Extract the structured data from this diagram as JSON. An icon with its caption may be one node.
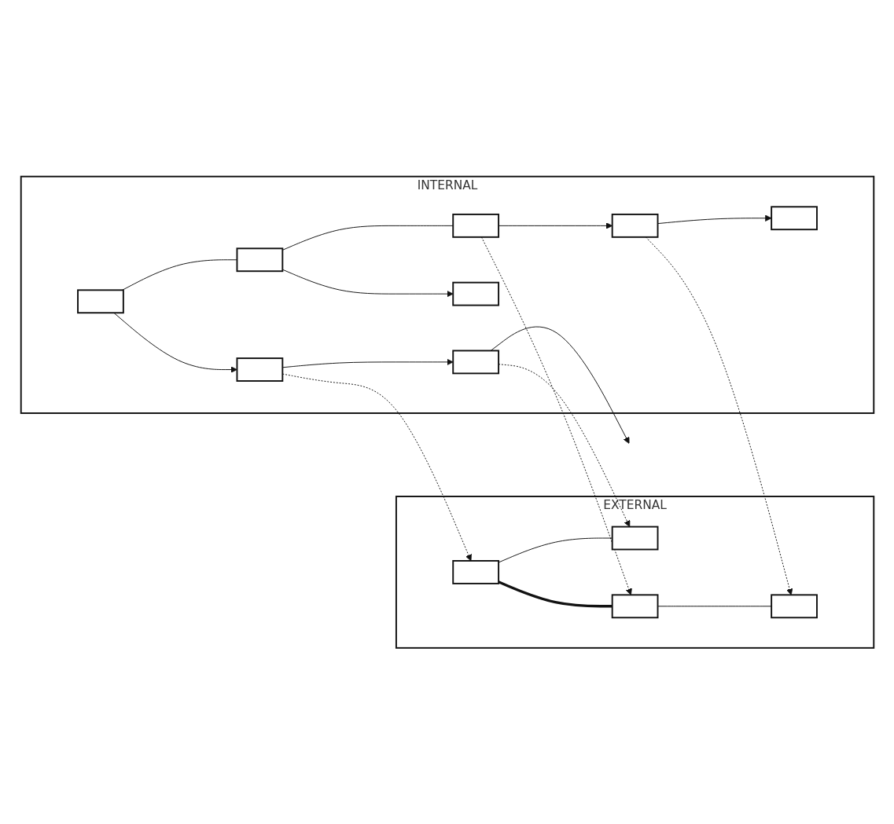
{
  "diagram": {
    "nodes": [
      {
        "text": [
          "INTERNAL"
        ]
      },
      {
        "text": [],
        "shape": "box",
        "in": 0
      },
      {
        "text": [],
        "shape": "box",
        "in": 0
      },
      {
        "text": [],
        "shape": "box",
        "in": 0
      },
      {
        "text": [],
        "shape": "box",
        "in": 0
      },
      {
        "text": [],
        "shape": "box",
        "in": 0
      },
      {
        "text": [],
        "shape": "box",
        "in": 0
      },
      {
        "text": [],
        "shape": "box",
        "in": 0
      },
      {
        "text": [],
        "shape": "box",
        "in": 0
      },
      {
        "text": [
          "EXTERNAL"
        ]
      },
      {
        "text": [],
        "shape": "box",
        "in": 9
      },
      {
        "text": [],
        "shape": "box",
        "in": 9
      },
      {
        "text": [],
        "shape": "box",
        "in": 9
      },
      {
        "text": [],
        "shape": "box",
        "in": 9
      }
    ],
    "edges": [
      {
        "from": 1,
        "to": 2,
        "arrow": "to"
      },
      {
        "from": 2,
        "to": 3,
        "arrow": "to"
      },
      {
        "from": 3,
        "to": null,
        "arrow": "to"
      },
      {
        "from": 1,
        "to": 4,
        "arrow": "none"
      },
      {
        "from": 4,
        "to": 5,
        "arrow": "to"
      },
      {
        "from": 4,
        "to": 6,
        "arrow": "none"
      },
      {
        "from": 6,
        "to": 7,
        "arrow": "to"
      },
      {
        "from": 7,
        "to": 8,
        "arrow": "to"
      },
      {
        "from": 2,
        "to": 10,
        "arrow": "to",
        "style": "dashed"
      },
      {
        "from": 3,
        "to": 11,
        "arrow": "to",
        "style": "dashed"
      },
      {
        "from": 6,
        "to": 12,
        "arrow": "to",
        "style": "dashed"
      },
      {
        "from": 7,
        "to": 13,
        "arrow": "to",
        "style": "dashed"
      },
      {
        "from": 10,
        "to": 11,
        "arrow": "none"
      },
      {
        "from": 10,
        "to": 12,
        "arrow": "none",
        "style": "thick"
      },
      {
        "from": 12,
        "to": 13,
        "arrow": "none"
      }
    ]
  }
}
